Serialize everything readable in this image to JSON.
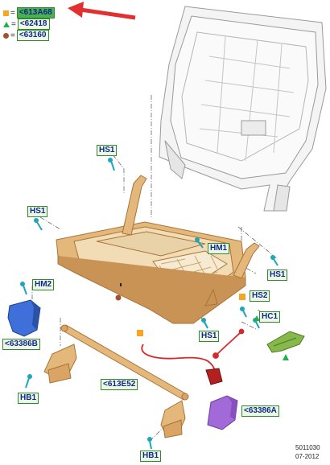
{
  "legend": [
    {
      "symbol": "square-orange",
      "eq": "=",
      "label": "<613A68",
      "highlight": true
    },
    {
      "symbol": "triangle-green",
      "eq": "=",
      "label": "<62418",
      "highlight": false
    },
    {
      "symbol": "circle-brown",
      "eq": "=",
      "label": "<63160",
      "highlight": false
    }
  ],
  "callouts": {
    "hs1_top": "HS1",
    "hs1_left": "HS1",
    "hs1_right": "HS1",
    "hs1_bottom": "HS1",
    "hm1": "HM1",
    "hm2": "HM2",
    "hs2": "HS2",
    "hc1": "HC1",
    "hb1_left": "HB1",
    "hb1_bottom": "HB1",
    "p63386b": "<63386B",
    "p63386a": "<63386A",
    "p613e52": "<613E52"
  },
  "colors": {
    "frame": "#d9a464",
    "frame_dark": "#a8743a",
    "bracket_blue": "#3f6fd8",
    "bracket_purple": "#a26ad8",
    "handle_green": "#86b84a",
    "cable_red": "#d62a2a",
    "bolt": "#1fa6b8",
    "arrow_red": "#e03030",
    "label_green": "#2f8a2f",
    "label_text": "#0b2a8a"
  },
  "footer": {
    "ref_number": "5011030",
    "date": "07-2012"
  }
}
